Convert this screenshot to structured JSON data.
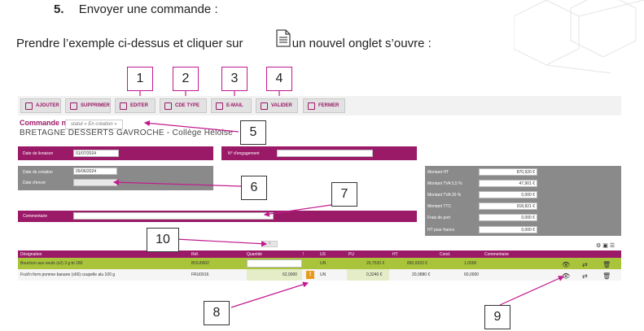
{
  "step": {
    "number": "5.",
    "title": "Envoyer une commande :"
  },
  "intro": {
    "before": "Prendre l’exemple ci-dessus et cliquer sur",
    "after": "un nouvel onglet s’ouvre :"
  },
  "toolbar": {
    "buttons": [
      "AJOUTER",
      "SUPPRIMER",
      "EDITER",
      "CDE TYPE",
      "E-MAIL",
      "VALIDER",
      "FERMER"
    ]
  },
  "order": {
    "title": "Commande n° 200",
    "status": "statut « En création »",
    "company": "BRETAGNE DESSERTS GAVROCHE - Collège Héloise"
  },
  "form": {
    "delivery_label": "Date de livraison",
    "delivery_value": "01/07/2024",
    "engagement_label": "N° d'engagement",
    "creation_label": "Date de création",
    "creation_value": "05/06/2024",
    "sent_label": "Date d'envoi",
    "comment_label": "Commentaire"
  },
  "totals": [
    {
      "label": "Montant HT",
      "value": "870,920 €"
    },
    {
      "label": "Montant TVA 5,5 %",
      "value": "47,901 €"
    },
    {
      "label": "Montant TVA 20 %",
      "value": "0,000 €"
    },
    {
      "label": "Montant TTC",
      "value": "918,821 €"
    },
    {
      "label": "Frais de port",
      "value": "0,000 €"
    },
    {
      "label": "HT pour franco",
      "value": "0,000 €"
    }
  ],
  "table": {
    "headers": [
      "Désignation",
      "Réf.",
      "Quantité",
      "!",
      "US",
      "PU",
      "HT",
      "Cond.",
      "Commentaire"
    ],
    "rows": [
      {
        "designation": "Bouchon aux oeufs (x2) 3 g bt 180",
        "ref": "BOU0002",
        "qty": "",
        "us": "UN",
        "pu": "20,7520 €",
        "ht": "850,9320 €",
        "cond": "1,0000"
      },
      {
        "designation": "Fruit'n form pomme banane (x60) coupelle alu 100 g",
        "ref": "FRU0916",
        "qty": "62,0000",
        "us": "UN",
        "pu": "0,3240 €",
        "ht": "20,0880 €",
        "cond": "60,0000"
      }
    ]
  },
  "callouts": [
    "1",
    "2",
    "3",
    "4",
    "5",
    "6",
    "7",
    "8",
    "9",
    "10"
  ],
  "colors": {
    "brand": "#9b1a68",
    "row_highlight": "#a9c43a",
    "callout_border": "#c21a8e"
  }
}
